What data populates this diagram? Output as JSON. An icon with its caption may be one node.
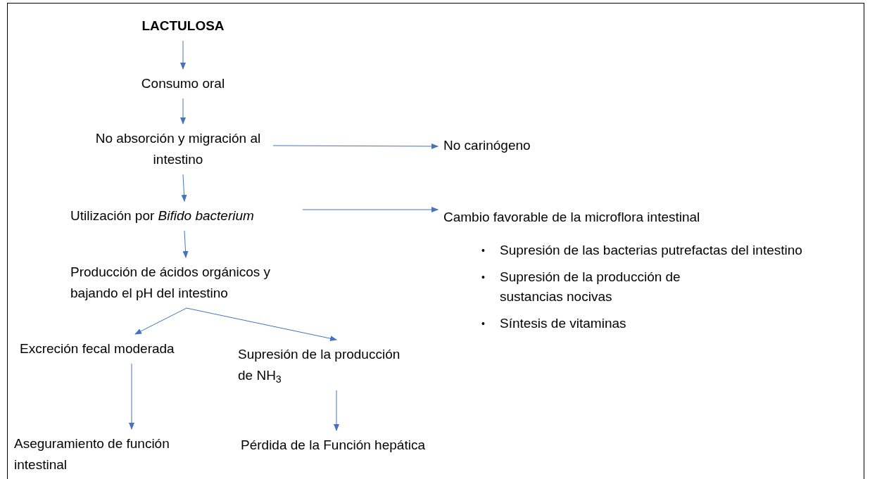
{
  "diagram": {
    "nodes": [
      {
        "text": [
          "LACTULOSA"
        ]
      },
      {
        "text": [
          "Consumo oral"
        ]
      },
      {
        "text": [
          "No absorción y migración al intestino"
        ]
      },
      {
        "text": [
          "No carinógeno"
        ]
      },
      {
        "text": [
          "Utilización por *Bifido bacterium*"
        ]
      },
      {
        "text": [
          "Cambio favorable de la microflora intestinal"
        ]
      },
      {
        "text": [
          "Producción de ácidos orgánicos y bajando el pH del intestino"
        ]
      },
      {
        "text": [
          "Excreción fecal moderada"
        ]
      },
      {
        "text": [
          "Supresión de la producción de NH$_{3}$"
        ]
      },
      {
        "text": [
          "Aseguramiento de función intestinal"
        ]
      },
      {
        "text": [
          "Pérdida de la Función hepática"
        ]
      }
    ],
    "edges": [
      {
        "from": 0,
        "to": 1,
        "arrow": "to"
      },
      {
        "from": 1,
        "to": 2,
        "arrow": "to"
      },
      {
        "from": 2,
        "to": 3,
        "arrow": "to"
      },
      {
        "from": 2,
        "to": 4,
        "arrow": "to"
      },
      {
        "from": 4,
        "to": 5,
        "arrow": "to"
      },
      {
        "from": 4,
        "to": 6,
        "arrow": "to"
      },
      {
        "from": 6,
        "to": 7,
        "arrow": "to"
      },
      {
        "from": 6,
        "to": 8,
        "arrow": "to"
      },
      {
        "from": 7,
        "to": 9,
        "arrow": "to"
      },
      {
        "from": 8,
        "to": 10,
        "arrow": "to"
      }
    ],
    "labels": [
      "•",
      "Supresión de las bacterias putrefactas del intestino",
      "•",
      "Supresión de la producción de sustancias nocivas",
      "•",
      "Síntesis de vitaminas"
    ]
  }
}
